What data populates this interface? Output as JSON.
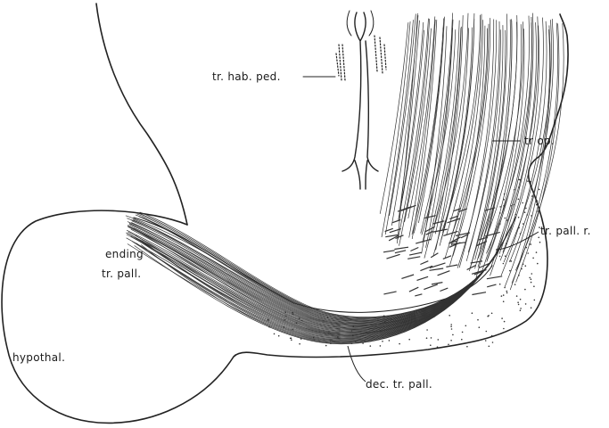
{
  "figure": {
    "labels": {
      "tr_hab_ped": "tr. hab. ped.",
      "tr_op": "tr op.",
      "ending_line1": "ending",
      "ending_line2": "tr. pall.",
      "tr_pall_r": "tr. pall. r.",
      "hypothal": "hypothal.",
      "dec_tr_pall": "dec. tr. pall."
    }
  }
}
